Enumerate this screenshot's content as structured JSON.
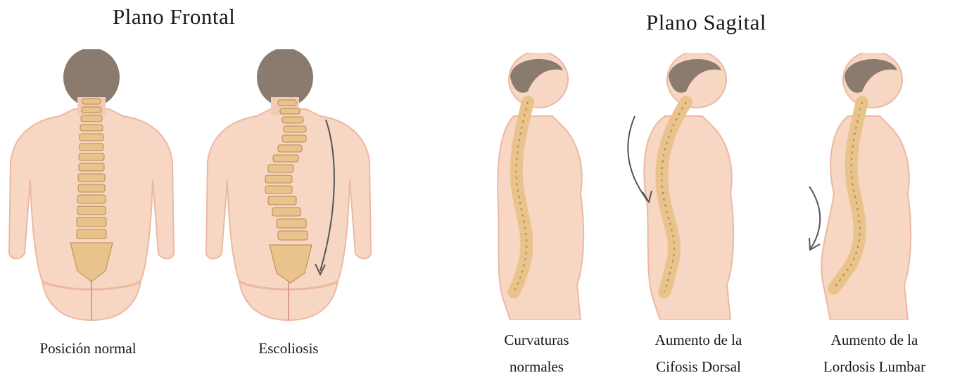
{
  "frontal": {
    "title": "Plano Frontal",
    "figures": [
      {
        "caption": "Posición normal"
      },
      {
        "caption": "Escoliosis"
      }
    ]
  },
  "sagital": {
    "title": "Plano Sagital",
    "figures": [
      {
        "caption_line1": "Curvaturas",
        "caption_line2": "normales"
      },
      {
        "caption_line1": "Aumento de la",
        "caption_line2": "Cifosis Dorsal"
      },
      {
        "caption_line1": "Aumento de la",
        "caption_line2": "Lordosis Lumbar"
      }
    ]
  },
  "colors": {
    "skin": "#f7d6c4",
    "skin_shade": "#edb8a2",
    "hair": "#8a7b6e",
    "bone": "#e8c48c",
    "bone_dark": "#b8884e",
    "arrow": "#555555"
  }
}
